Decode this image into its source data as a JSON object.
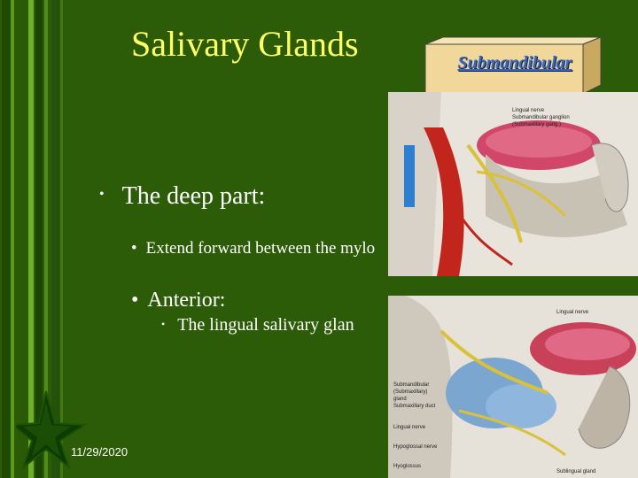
{
  "slide": {
    "title": "Salivary Glands",
    "box_label": "Submandibular",
    "date": "11/29/2020"
  },
  "bullets": {
    "level1": "The deep part:",
    "level2_a": "Extend forward between the mylo",
    "level2_b": "Anterior:",
    "level3": "The lingual salivary glan"
  },
  "illustrations": {
    "top": {
      "labels": [
        "Lingual nerve",
        "Submandibular ganglion",
        "(Submaxillary gang.)"
      ]
    },
    "bottom": {
      "labels": [
        "Lingual nerve",
        "Submandibular",
        "(Submaxillary)",
        "gland",
        "Submaxillary duct",
        "Lingual nerve",
        "Hypoglossal nerve",
        "Hyoglossus",
        "Sublingual gland"
      ]
    }
  },
  "colors": {
    "background": "#2d5c08",
    "title": "#ffff66",
    "box": "#f2d79a",
    "box_label": "#3366cc",
    "text": "#ffffff"
  }
}
